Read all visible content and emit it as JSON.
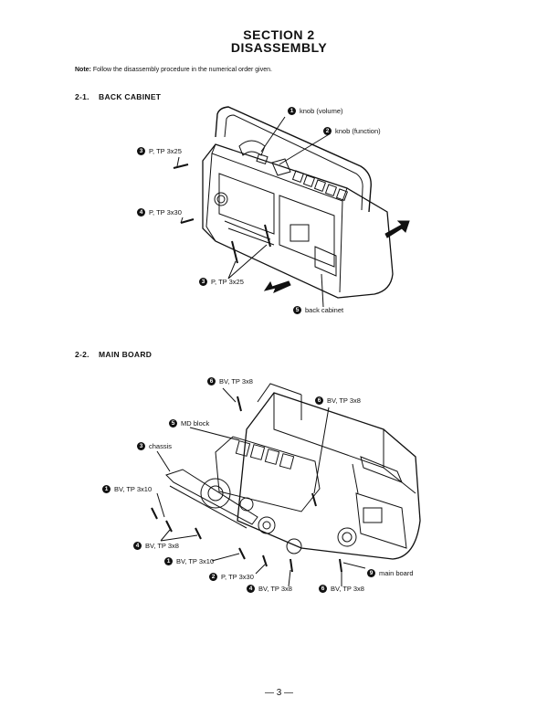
{
  "section": {
    "number": "SECTION 2",
    "title": "DISASSEMBLY"
  },
  "note": {
    "label": "Note:",
    "text": "Follow the disassembly procedure in the numerical order given."
  },
  "back_cabinet": {
    "number": "2-1.",
    "title": "BACK CABINET",
    "callouts": [
      {
        "badge": "1",
        "text": "knob (volume)"
      },
      {
        "badge": "2",
        "text": "knob (function)"
      },
      {
        "badge": "3",
        "text": "P, TP 3x25"
      },
      {
        "badge": "4",
        "text": "P, TP 3x30"
      },
      {
        "badge": "3",
        "text": "P, TP 3x25"
      },
      {
        "badge": "5",
        "text": "back cabinet"
      }
    ]
  },
  "main_board": {
    "number": "2-2.",
    "title": "MAIN BOARD",
    "callouts": [
      {
        "badge": "6",
        "text": "BV, TP 3x8"
      },
      {
        "badge": "6",
        "text": "BV, TP 3x8"
      },
      {
        "badge": "5",
        "text": "MD block"
      },
      {
        "badge": "3",
        "text": "chassis"
      },
      {
        "badge": "1",
        "text": "BV, TP 3x10"
      },
      {
        "badge": "4",
        "text": "BV, TP 3x8"
      },
      {
        "badge": "1",
        "text": "BV, TP 3x10"
      },
      {
        "badge": "2",
        "text": "P, TP 3x30"
      },
      {
        "badge": "9",
        "text": "main board"
      },
      {
        "badge": "4",
        "text": "BV, TP 3x8"
      },
      {
        "badge": "6",
        "text": "BV, TP 3x8"
      }
    ]
  },
  "page_number": "— 3 —"
}
